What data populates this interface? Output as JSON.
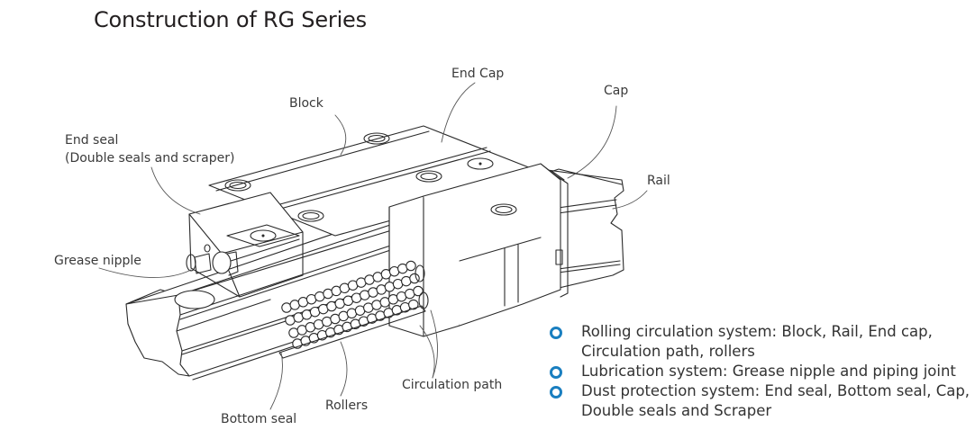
{
  "title": "Construction of RG Series",
  "accent_color": "#1a7fc0",
  "diagram": {
    "subject": "RG series linear guideway (block on rail)",
    "labels": {
      "end_cap": "End Cap",
      "block": "Block",
      "cap": "Cap",
      "end_seal_line1": "End seal",
      "end_seal_line2": "(Double seals and scraper)",
      "rail": "Rail",
      "grease_nipple": "Grease nipple",
      "circulation_path": "Circulation path",
      "rollers": "Rollers",
      "bottom_seal": "Bottom seal"
    }
  },
  "bullets": [
    {
      "icon": "ring-bullet-icon",
      "text": "Rolling circulation system: Block, Rail, End cap, Circulation path, rollers"
    },
    {
      "icon": "ring-bullet-icon",
      "text": "Lubrication system: Grease nipple and piping joint"
    },
    {
      "icon": "ring-bullet-icon",
      "text": "Dust protection system: End seal, Bottom seal, Cap, Double seals and Scraper"
    }
  ]
}
